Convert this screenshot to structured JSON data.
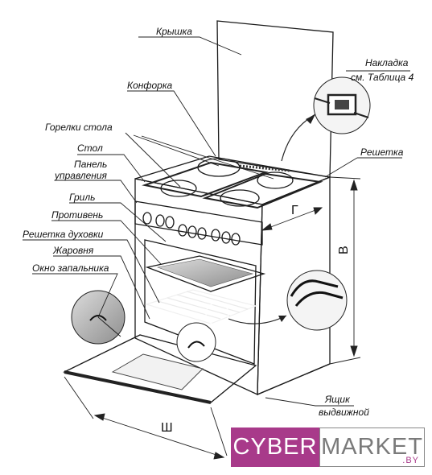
{
  "labels": {
    "lid": "Крышка",
    "burner": "Конфорка",
    "overlay": "Накладка",
    "overlay_ref": "см. Таблица 4",
    "table_burners": "Горелки стола",
    "table": "Стол",
    "panel_line1": "Панель",
    "panel_line2": "управления",
    "grate": "Решетка",
    "grill": "Гриль",
    "tray": "Противень",
    "oven_rack": "Решетка духовки",
    "roasting_pan": "Жаровня",
    "ignition_window": "Окно запальника",
    "drawer_line1": "Ящик",
    "drawer_line2": "выдвижной"
  },
  "dimensions": {
    "depth": "Г",
    "height": "В",
    "width": "Ш"
  },
  "watermark": {
    "left": "CYBER",
    "right": "MARKET",
    "suffix": ".BY",
    "accent": "#a83a8a",
    "gray": "#7a7a7a"
  }
}
